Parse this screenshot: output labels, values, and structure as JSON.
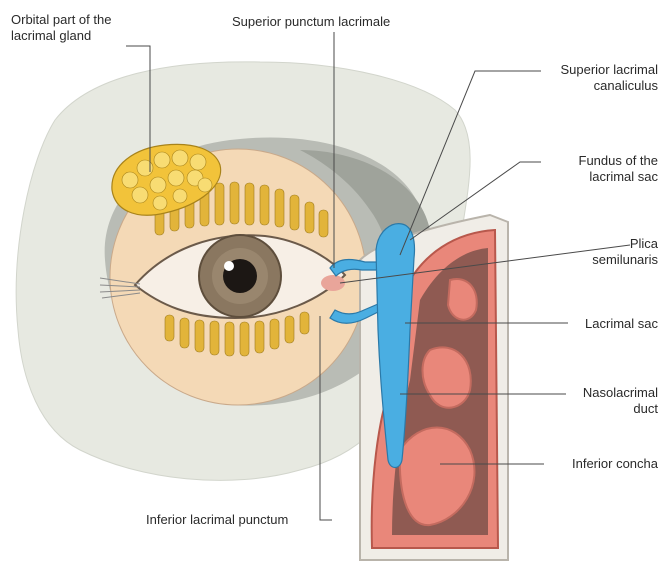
{
  "labels": {
    "lacrimal_gland": [
      "Orbital part of the",
      "lacrimal gland"
    ],
    "superior_punctum": "Superior punctum lacrimale",
    "superior_canaliculus": [
      "Superior lacrimal",
      "canaliculus"
    ],
    "fundus": [
      "Fundus of the",
      "lacrimal sac"
    ],
    "plica": [
      "Plica",
      "semilunaris"
    ],
    "lacrimal_sac": "Lacrimal sac",
    "nasolacrimal_duct": [
      "Nasolacrimal",
      "duct"
    ],
    "inferior_concha": "Inferior concha",
    "inferior_punctum": "Inferior lacrimal punctum"
  },
  "colors": {
    "skull": "#e7e9e1",
    "orbit": "#b9bcb5",
    "eye_ring": "#f4d9b6",
    "iris": "#8a7760",
    "gland": "#f2c33a",
    "lacrimal_system": "#4aaee2",
    "nasal_mucosa": "#e9877a",
    "nasal_dark": "#8f5a52",
    "leader_line": "#4a4a4a"
  }
}
